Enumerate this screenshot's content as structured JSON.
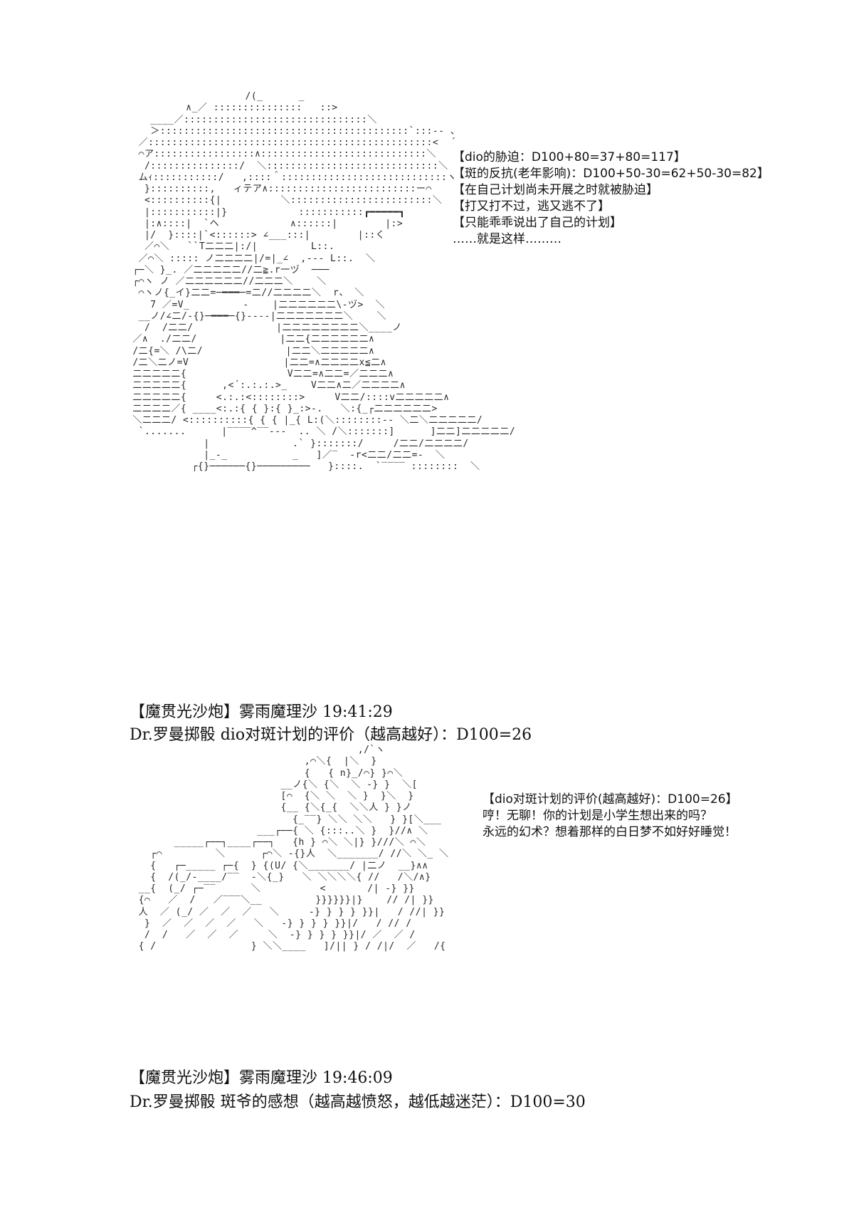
{
  "art1": {
    "lines": [
      "                    /(_      _",
      "          ∧_／ :::::::::::::::   ::>",
      "    ____／:::::::::::::::::::::::::::::::＼",
      "    ＞::::::::::::::::::::::::::::::::::::::::::`:::-- 、",
      "  ／::::::::::::::::::::::::::::::::::::::::::::::::<  ´",
      "  ⌒ア:::::::::::::::::∧::::::::::::::::::::::::::::＼",
      "   /:::::::::::::::/  ＼:::::::::::::::::::::::::::::＼",
      "  ムｨ:::::::::::/   ,::::＾::::::::::::::::::::::::::::ヽ",
      "   }::::::::::,   ィテア∧:::::::::::::::::::::::::ー⌒",
      "   <::::::::::{|          ＼::::::::::::::::::::::::＼",
      "   |:::::::::::|}            :::::::::::┏━━━━━┓",
      "   |:∧::::|  `ヘ            ∧::::::|        |:>",
      "   |/  }::::|`<::::::> ∠___:::|        |::く",
      "   ／⌒＼   ``T二二二|:/|         L::.",
      "  ／⌒＼ ::::: ノ二二二二|/=|_∠  ,--- L::.  ＼",
      " ┌─＼ }_. ／二二二二二//二≧.r一ヅ  ───",
      " ┌⌒ヽ ノ ／二二二二二二//二二二＼    ＼",
      "  ⌒ヽノ{_イ}二二=─━━━─=二//二二二二＼  r、 ＼",
      "    7 ／=V_         -    |二二二二二二\\-ヅ>  ＼",
      "  __ノ/∠二/-{}─━━━─{}----|二二二二二二二＼    ＼",
      "   /  /二二/              |二二二二二二二二＼____ノ",
      " ／∧  ./二二/              |二二{二二二二二二∧",
      " /二{=＼ /\\二/              |二二＼二二二二二∧",
      " /二＼二ノ=V                |二二=∧二二二二x≦二∧",
      " 二二二二二{                 V二二=∧二二=／二二二∧",
      " 二二二二二{      ,<´:.:.:.>_    V二二∧二／二二二二∧",
      " 二二二二二{     <.:.:<::::::::>     V二二/::::v二二二二二∧",
      " 二二二二／{ ____<:.:{ { }:{ }_:>-.   ＼:{_┌二二二二二二>",
      " ＼二二二/ <::::::::::{ { { |_{ L:(＼::::::::-- ＼二＼二二二二二/",
      "  `.......      |‾‾‾‾^‾‾---  .. ＼ /＼:::::::]      ]二二]二二二二二/",
      "             |              .` }:::::::/     /二二/二二二二/",
      "             |_-_           _   ]／‾  -r<二二/二二=-  ＼",
      "           ┌{}──────{}─────────   }::::.  `‾‾‾‾ ::::::::  ＼"
    ]
  },
  "speech1": {
    "lines": [
      "【dio的胁迫：D100+80=37+80=117】",
      "【斑的反抗(老年影响)：D100+50-30=62+50-30=82】",
      "【在自己计划尚未开展之时就被胁迫】",
      "【打又打不过，逃又逃不了】",
      "【只能乖乖说出了自己的计划】",
      "  ……就是这样………"
    ]
  },
  "post1": {
    "header": "【魔贯光沙炮】雾雨魔理沙 19:41:29",
    "roll": "Dr.罗曼掷骰 dio对斑计划的评价（越高越好）：D100=26"
  },
  "art2": {
    "lines": [
      "                                       ,/`ヽ",
      "                              ,⌒＼{  |＼  }",
      "                              {   { n}_/⌒} }⌒＼",
      "                          __ノ{＼ {＼  ＼ -} }  ＼[",
      "                          [⌒  {＼ ＼  ＼ }  }＼  }",
      "                          {__ {＼{_{  ＼＼人 } }ノ",
      "                            {_‾‾} ＼＼ ＼＼   } }[＼___",
      "                      ___┌──{ ＼ {:::..＼ }  }//∧ ＼",
      "        _____┌──┐____┌──┐   {h } ⌒＼ ＼|} }///＼ ⌒＼",
      "    ┌⌒         ＼      ┌⌒＼ -{}人  ＼_______/ //＼ ＼_ ＼",
      "    {   ┌─_____ ┌─{  } {(U/ {＼_______/ |二ノ  __}∧∧",
      "    {  /(_/-____/‾‾  -＼{_}   ＼ ＼＼＼＼{ //   /＼/∧}",
      "  __{  (_/ ┌─‾‾      ＼          <       /| -} }}",
      "  {⌒   ／  /   ／‾‾‾＼__         }}}}}}|}    // /| }}",
      "  人  ／ (_/ ／  ／  ／   ＼     -} } } } }}|   / //| }}",
      "   }  ／  ／  ／  ／   ＼   -} } } } }}|/   / // /",
      "   /  /   ／  ／  ／     ＼  -} } } } }}|/ ／  ／ /",
      "  { /                } ＼＼____   ]/|| } / /|/  ／   /{"
    ]
  },
  "speech2": {
    "lines": [
      "【dio对斑计划的评价(越高越好)：D100=26】",
      "哼！无聊！你的计划是小学生想出来的吗？",
      "永远的幻术？想着那样的白日梦不如好好睡觉！"
    ]
  },
  "post2": {
    "header": "【魔贯光沙炮】雾雨魔理沙 19:46:09",
    "roll": "Dr.罗曼掷骰 斑爷的感想（越高越愤怒，越低越迷茫）：D100=30"
  }
}
